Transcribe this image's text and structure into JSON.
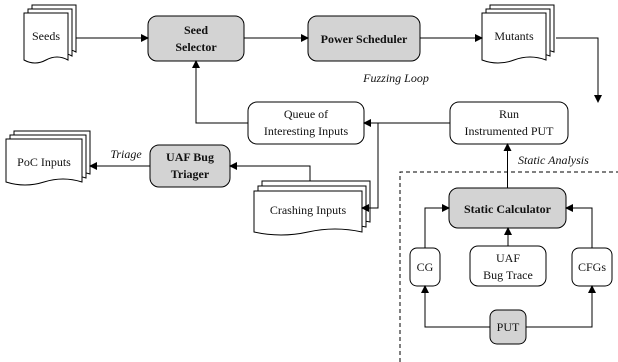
{
  "nodes": {
    "seeds": "Seeds",
    "seed_selector": [
      "Seed",
      "Selector"
    ],
    "power_scheduler": "Power Scheduler",
    "mutants": "Mutants",
    "queue": [
      "Queue of",
      "Interesting Inputs"
    ],
    "run_put": [
      "Run",
      "Instrumented PUT"
    ],
    "poc_inputs": "PoC Inputs",
    "uaf_triager": [
      "UAF Bug",
      "Triager"
    ],
    "crashing_inputs": "Crashing Inputs",
    "static_calculator": "Static Calculator",
    "cg": "CG",
    "uaf_trace": [
      "UAF",
      "Bug Trace"
    ],
    "cfgs": "CFGs",
    "put": "PUT"
  },
  "labels": {
    "fuzzing_loop": "Fuzzing Loop",
    "triage": "Triage",
    "static_analysis": "Static Analysis"
  },
  "colors": {
    "highlight_fill": "#d3d3d3",
    "plain_fill": "#ffffff",
    "stroke": "#000000"
  }
}
